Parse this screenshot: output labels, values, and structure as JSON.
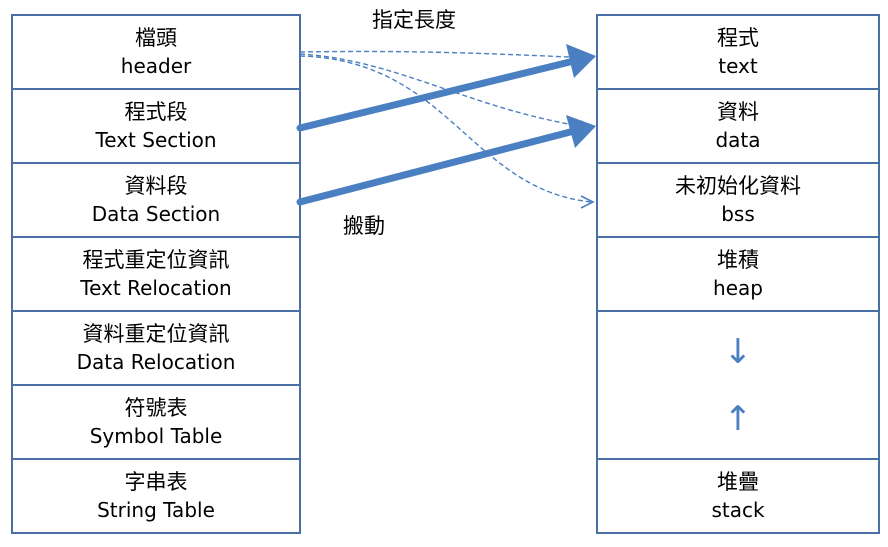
{
  "left_sections": [
    {
      "zh": "檔頭",
      "en": "header"
    },
    {
      "zh": "程式段",
      "en": "Text Section"
    },
    {
      "zh": "資料段",
      "en": "Data Section"
    },
    {
      "zh": "程式重定位資訊",
      "en": "Text Relocation"
    },
    {
      "zh": "資料重定位資訊",
      "en": "Data Relocation"
    },
    {
      "zh": "符號表",
      "en": "Symbol Table"
    },
    {
      "zh": "字串表",
      "en": "String Table"
    }
  ],
  "right_sections": [
    {
      "zh": "程式",
      "en": "text"
    },
    {
      "zh": "資料",
      "en": "data"
    },
    {
      "zh": "未初始化資料",
      "en": "bss"
    },
    {
      "zh": "堆積",
      "en": "heap"
    },
    {
      "zh": "堆疊",
      "en": "stack"
    }
  ],
  "labels": {
    "specify_length": "指定長度",
    "move": "搬動"
  },
  "colors": {
    "border": "#4a6fa5",
    "arrow": "#4a7fc1"
  }
}
